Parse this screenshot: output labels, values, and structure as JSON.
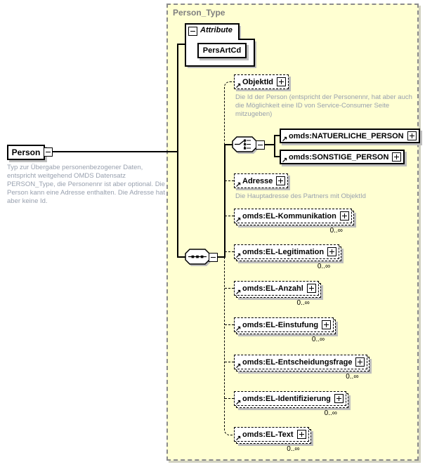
{
  "container": {
    "title": "Person_Type"
  },
  "root": {
    "name": "Person",
    "annotation": "Typ zur Übergabe personenbezogener Daten, entspricht weitgehend OMDS Datensatz PERSON_Type, die Personennr ist aber optional. Die Person kann eine Adresse enthalten. Die Adresse hat aber keine Id."
  },
  "attributes": {
    "section_label": "Attribute",
    "items": [
      {
        "name": "PersArtCd"
      }
    ]
  },
  "compositors": {
    "sequence": "sequence-compositor",
    "choice": "choice-compositor"
  },
  "elements": [
    {
      "name": "ObjektId",
      "optional": true,
      "annotation": "Die Id der Person (entspricht der Personennr, hat aber auch die Möglichkeit eine ID von Service-Consumer Seite mitzugeben)"
    },
    {
      "name": "omds:NATUERLICHE_PERSON",
      "optional": false
    },
    {
      "name": "omds:SONSTIGE_PERSON",
      "optional": false
    },
    {
      "name": "Adresse",
      "optional": true,
      "annotation": "Die Hauptadresse des Partners mit ObjektId"
    },
    {
      "name": "omds:EL-Kommunikation",
      "optional": true,
      "occurs": "0..∞"
    },
    {
      "name": "omds:EL-Legitimation",
      "optional": true,
      "occurs": "0..∞"
    },
    {
      "name": "omds:EL-Anzahl",
      "optional": true,
      "occurs": "0..∞"
    },
    {
      "name": "omds:EL-Einstufung",
      "optional": true,
      "occurs": "0..∞"
    },
    {
      "name": "omds:EL-Entscheidungsfrage",
      "optional": true,
      "occurs": "0..∞"
    },
    {
      "name": "omds:EL-Identifizierung",
      "optional": true,
      "occurs": "0..∞"
    },
    {
      "name": "omds:EL-Text",
      "optional": true,
      "occurs": "0..∞"
    }
  ],
  "colors": {
    "container_bg": "#ffffd2",
    "container_border": "#8c8c8c",
    "container_title": "#7f7f7f",
    "annotation_text": "#98a0ae",
    "box_shadow": "#bdbdbd",
    "line": "#000000"
  }
}
